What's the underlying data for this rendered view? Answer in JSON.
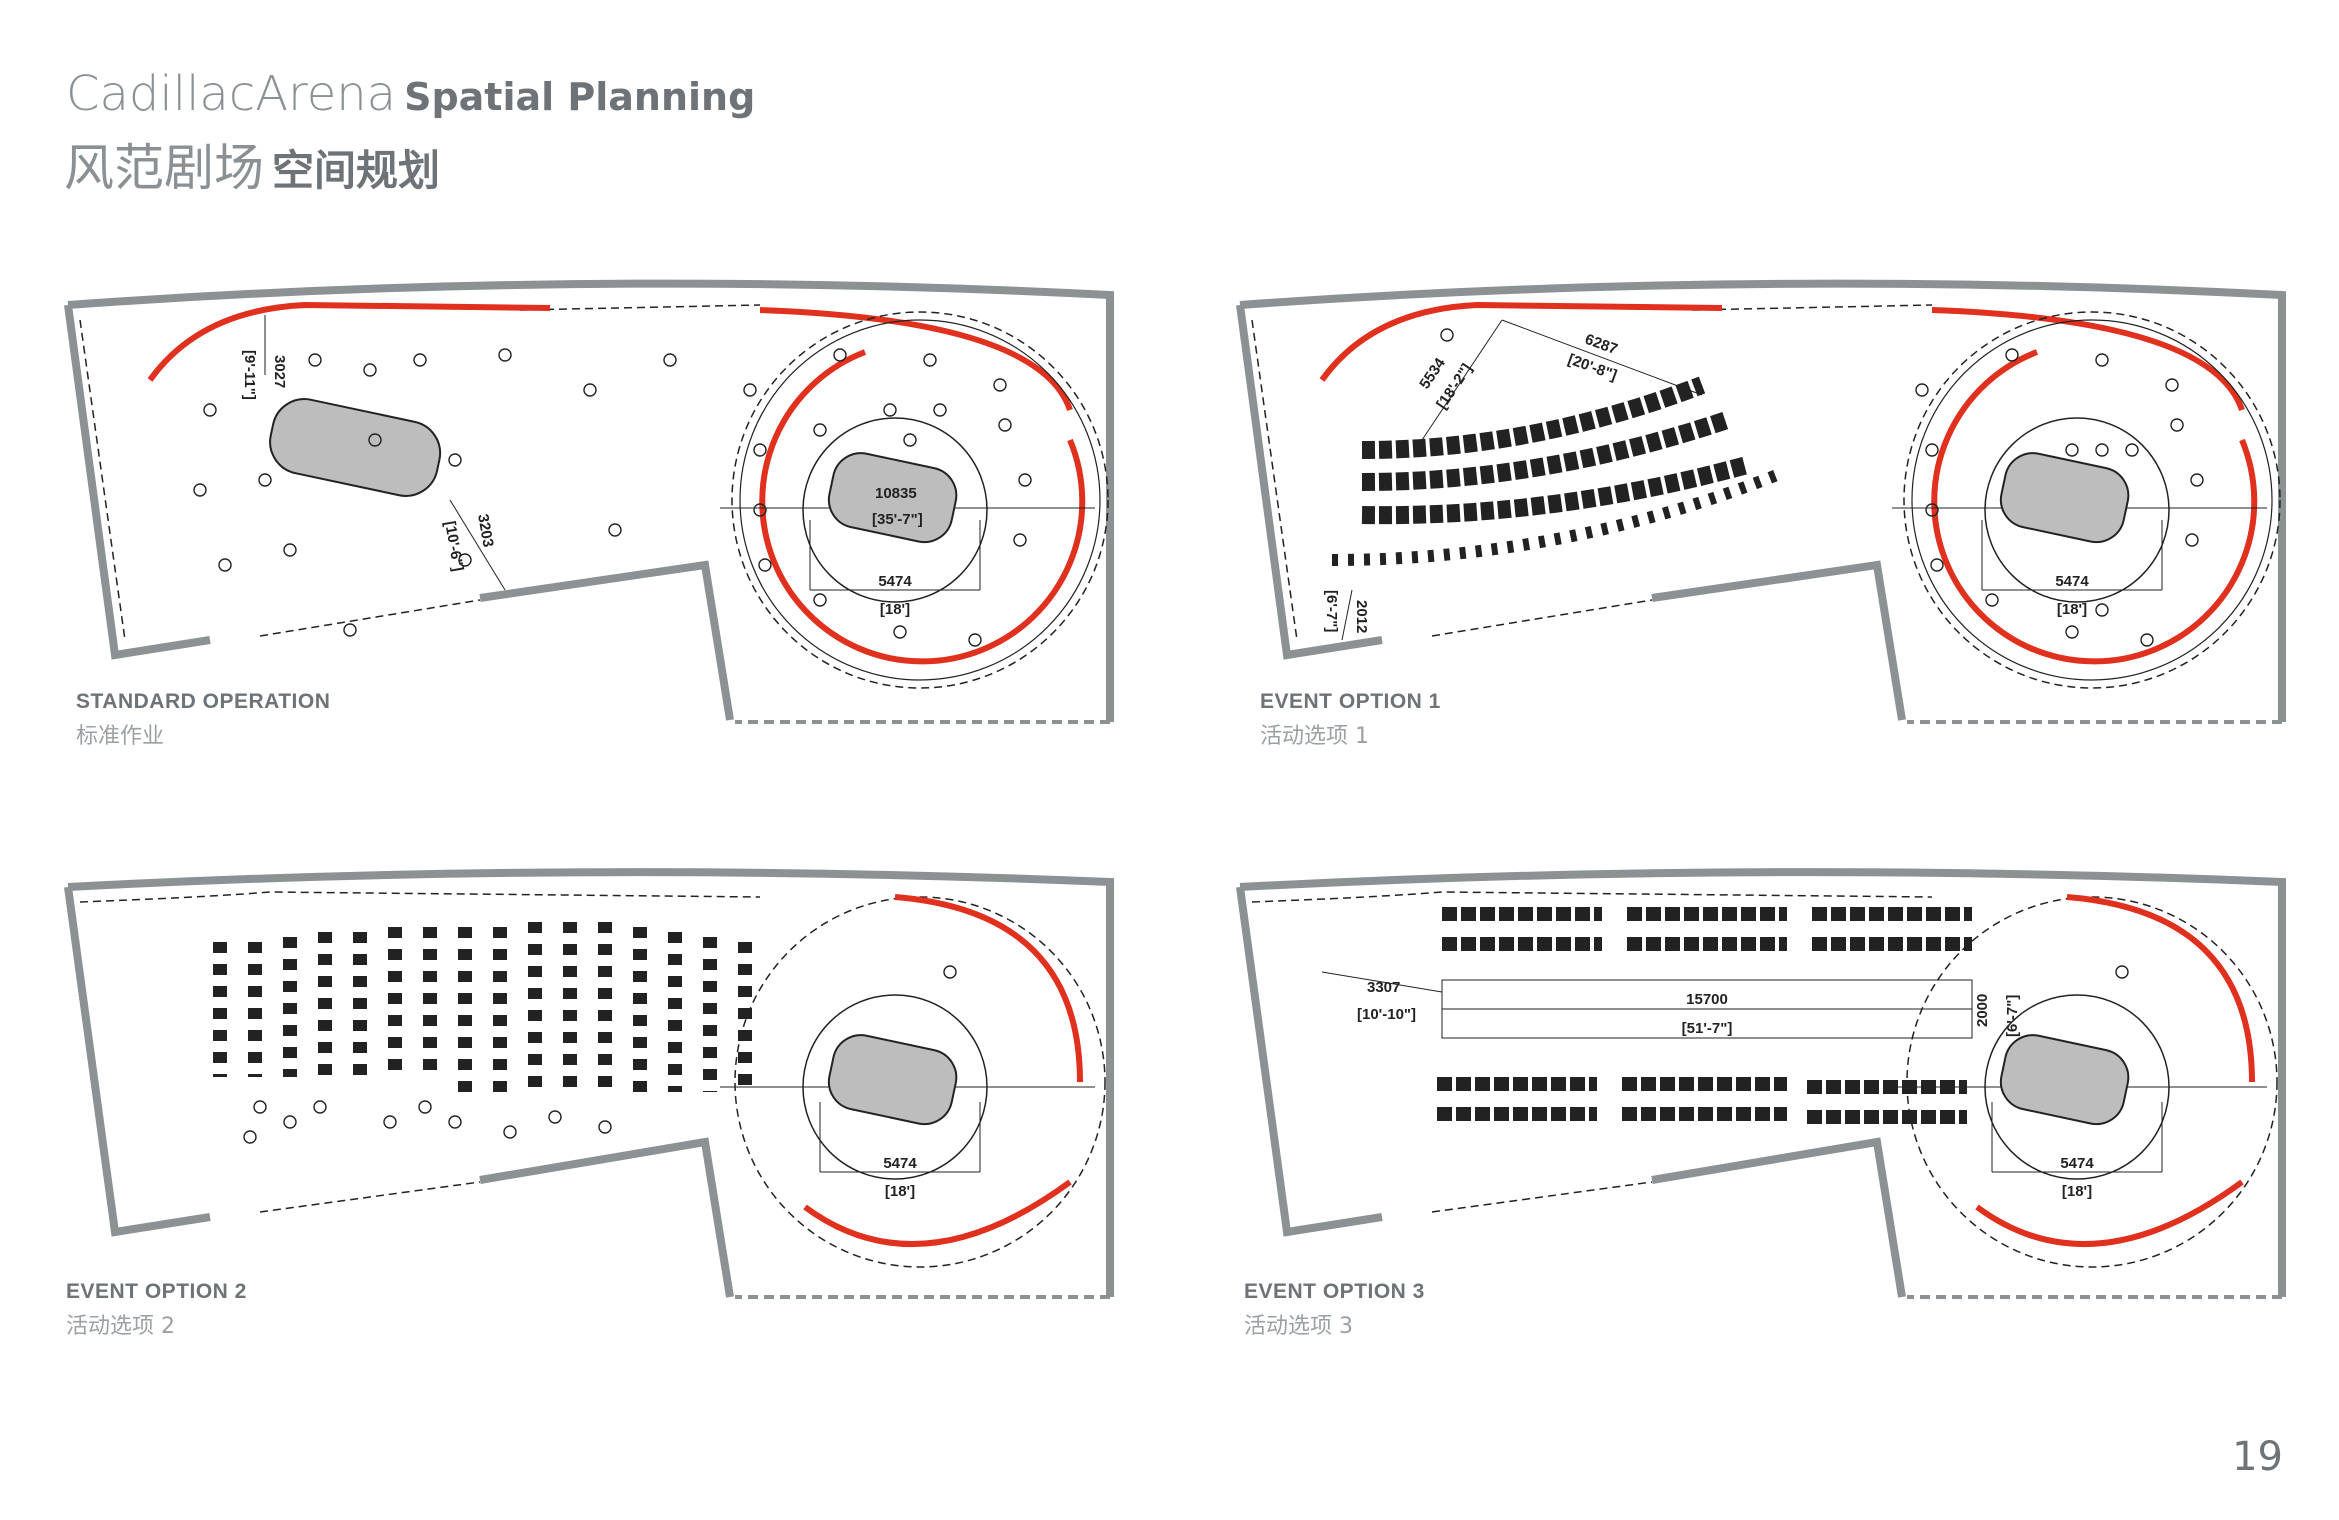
{
  "header": {
    "title_en_light": "CadillacArena",
    "title_en_bold": "Spatial Planning",
    "title_zh_light": "风范剧场",
    "title_zh_bold": "空间规划"
  },
  "plans": [
    {
      "caption_en": "STANDARD OPERATION",
      "caption_zh": "标准作业",
      "dims": {
        "a": "3027",
        "a_imp": "[9'-11\"]",
        "b": "3203",
        "b_imp": "[10'-6\"]",
        "c": "10835",
        "c_imp": "[35'-7\"]",
        "d": "5474",
        "d_imp": "[18']"
      }
    },
    {
      "caption_en": "EVENT OPTION 1",
      "caption_zh": "活动选项 1",
      "dims": {
        "a": "5534",
        "a_imp": "[18'-2\"]",
        "b": "6287",
        "b_imp": "[20'-8\"]",
        "c": "2012",
        "c_imp": "[6'-7\"]",
        "d": "5474",
        "d_imp": "[18']"
      }
    },
    {
      "caption_en": "EVENT OPTION 2",
      "caption_zh": "活动选项 2",
      "dims": {
        "d": "5474",
        "d_imp": "[18']"
      }
    },
    {
      "caption_en": "EVENT OPTION 3",
      "caption_zh": "活动选项 3",
      "dims": {
        "a": "3307",
        "a_imp": "[10'-10\"]",
        "b": "15700",
        "b_imp": "[51'-7\"]",
        "c": "2000",
        "c_imp": "[6'-7\"]",
        "d": "5474",
        "d_imp": "[18']"
      }
    }
  ],
  "page_number": "19",
  "colors": {
    "wall": "#8c9294",
    "track": "#e0301e",
    "car": "#bdbdbd",
    "text": "#6d7376"
  }
}
